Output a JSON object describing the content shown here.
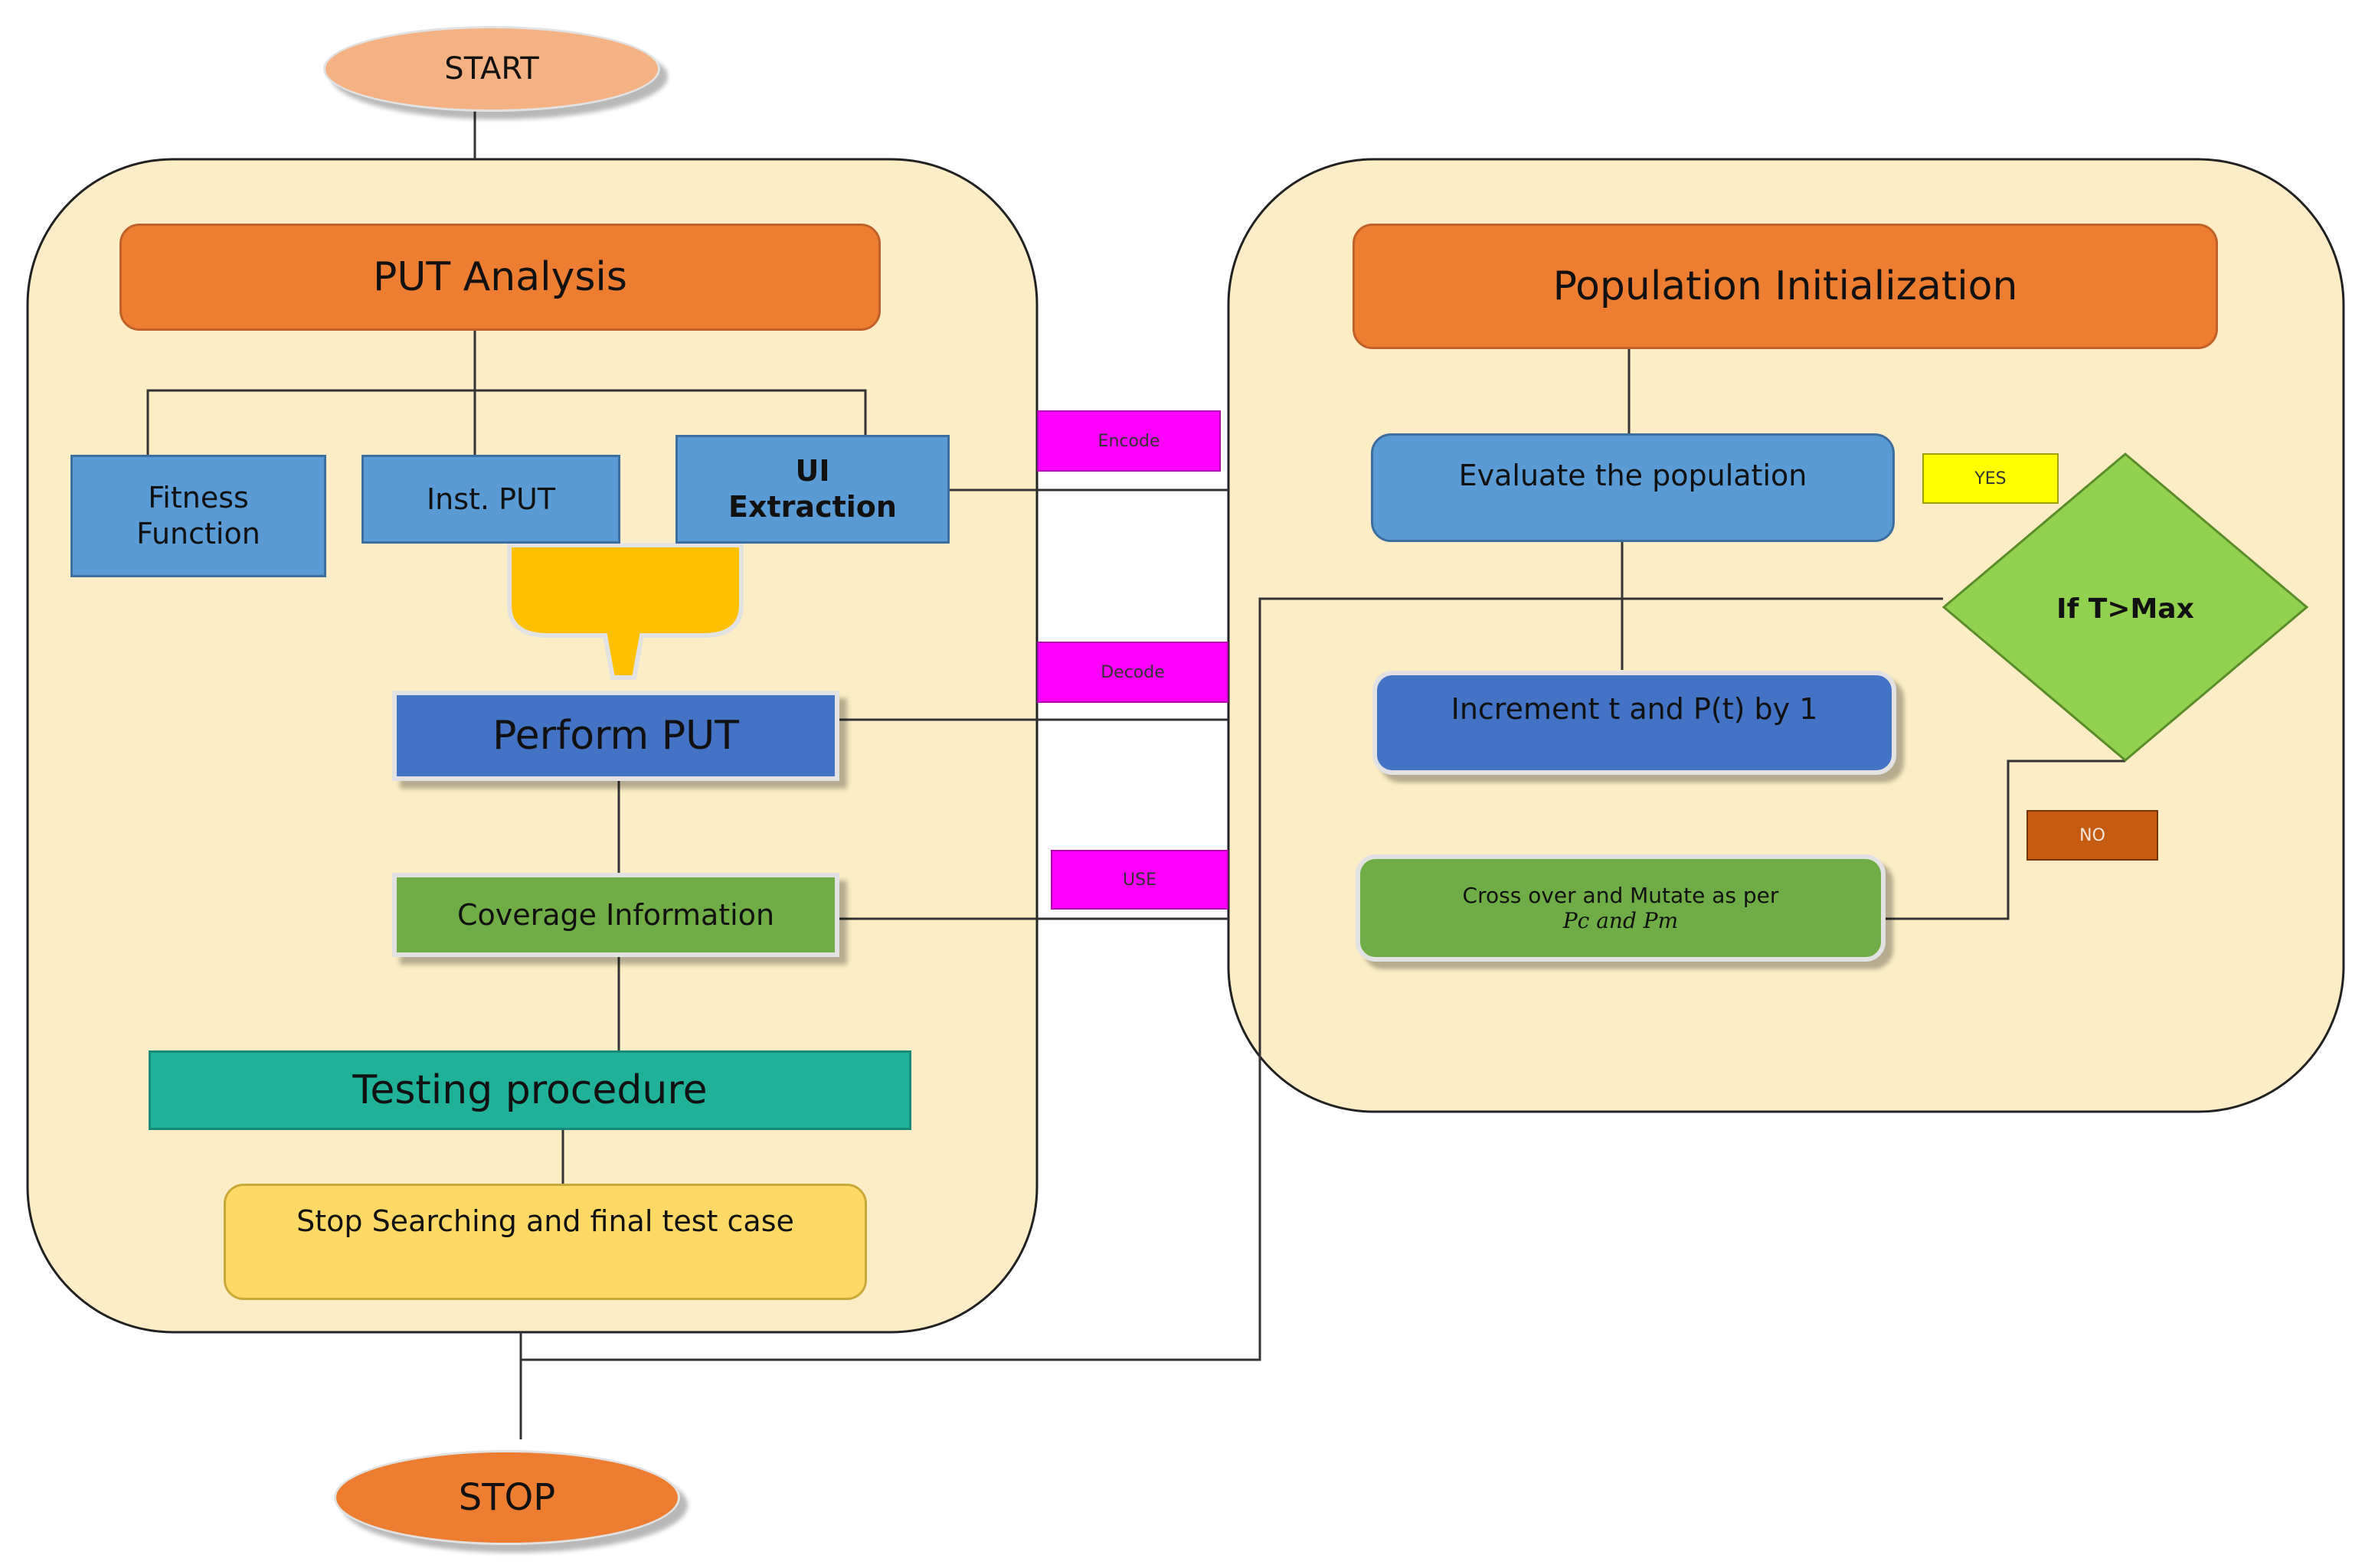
{
  "terminals": {
    "start": "START",
    "stop": "STOP"
  },
  "put_analysis": {
    "title": "PUT Analysis"
  },
  "fitness_function": "Fitness\nFunction",
  "inst_put": "Inst. PUT",
  "ui_extraction": "UI\nExtraction",
  "perform_put": "Perform PUT",
  "coverage_information": "Coverage Information",
  "testing_procedure": "Testing procedure",
  "stop_searching": "Stop Searching and final test case",
  "population_initialization": "Population Initialization",
  "evaluate_population": "Evaluate the population",
  "increment_step": "Increment t and P(t) by 1",
  "crossover_mutate": {
    "line1": "Cross over and Mutate as per",
    "line2": "Pc and Pm"
  },
  "decision": "If T>Max",
  "labels": {
    "encode": "Encode",
    "decode": "Decode",
    "use": "USE",
    "yes": "YES",
    "no": "NO"
  },
  "colors": {
    "container_fill": "#fdedc6",
    "orange": "#ed7d31",
    "terminal_start": "#f4b183",
    "blue": "#5b9bd5",
    "dark_blue": "#4472c4",
    "green": "#70ad47",
    "teal": "#1fb199",
    "light_yellow": "#ffd966",
    "gold": "#ffc000",
    "magenta": "#ff00ff",
    "yellow": "#ffff00",
    "brown": "#c55a11",
    "diamond": "#92d050"
  }
}
